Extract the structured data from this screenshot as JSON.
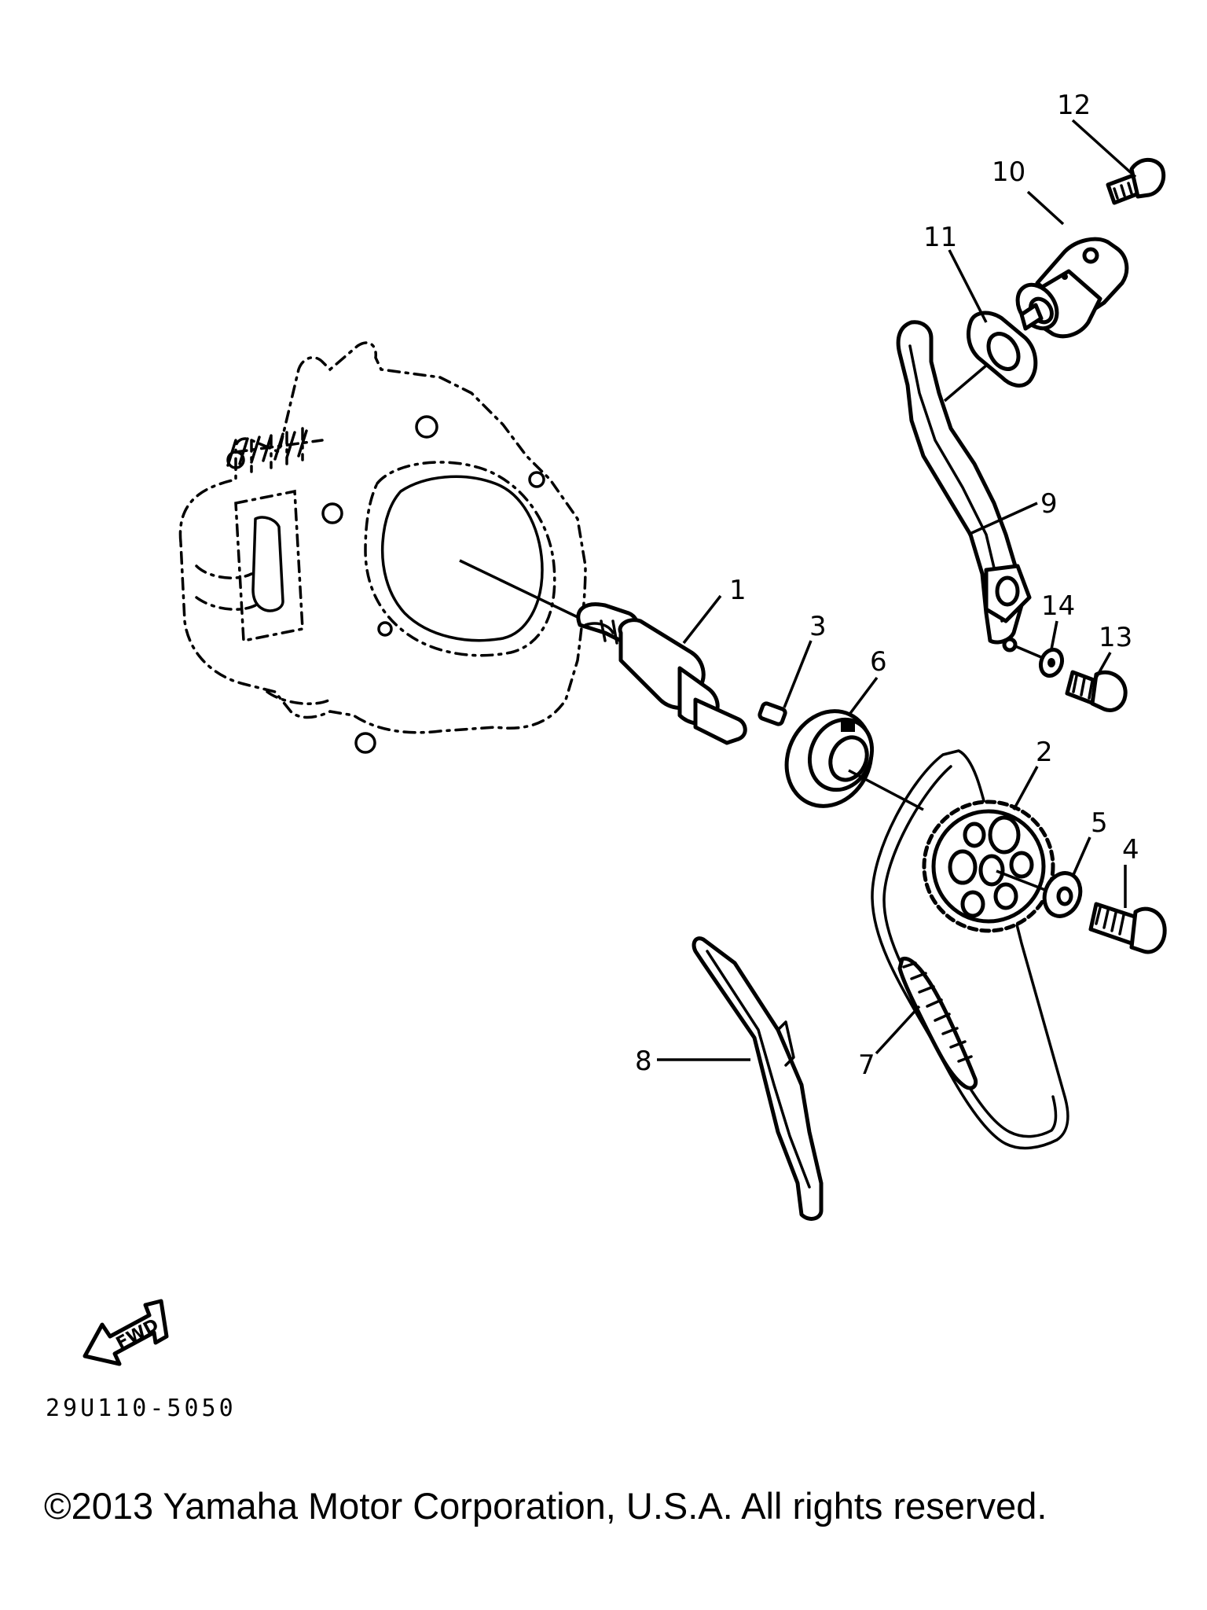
{
  "callouts": [
    {
      "id": "1",
      "label": "1"
    },
    {
      "id": "2",
      "label": "2"
    },
    {
      "id": "3",
      "label": "3"
    },
    {
      "id": "4",
      "label": "4"
    },
    {
      "id": "5",
      "label": "5"
    },
    {
      "id": "6",
      "label": "6"
    },
    {
      "id": "7",
      "label": "7"
    },
    {
      "id": "8",
      "label": "8"
    },
    {
      "id": "9",
      "label": "9"
    },
    {
      "id": "10",
      "label": "10"
    },
    {
      "id": "11",
      "label": "11"
    },
    {
      "id": "12",
      "label": "12"
    },
    {
      "id": "13",
      "label": "13"
    },
    {
      "id": "14",
      "label": "14"
    }
  ],
  "fwd_arrow_label": "FWD",
  "diagram_code": "29U110-5050",
  "copyright": "©2013 Yamaha Motor Corporation, U.S.A. All rights reserved."
}
